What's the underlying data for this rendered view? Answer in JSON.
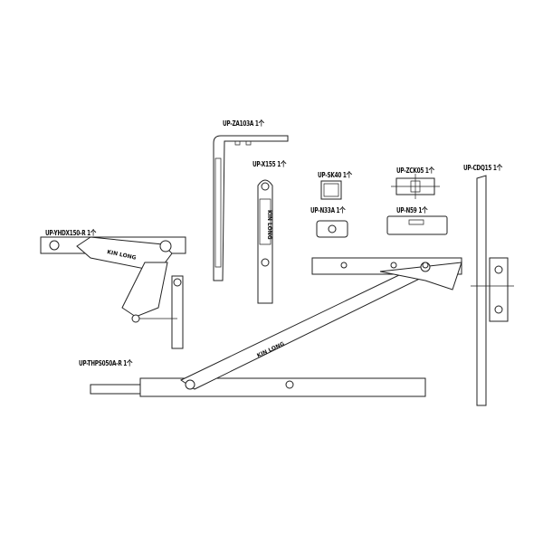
{
  "parts": [
    {
      "id": "za103a",
      "label": "UP-ZA103A 1个"
    },
    {
      "id": "x155",
      "label": "UP-X155 1个"
    },
    {
      "id": "sk40",
      "label": "UP-SK40 1个"
    },
    {
      "id": "zck05",
      "label": "UP-ZCK05 1个"
    },
    {
      "id": "cdq15",
      "label": "UP-CDQ15 1个"
    },
    {
      "id": "n33a",
      "label": "UP-N33A 1个"
    },
    {
      "id": "n59",
      "label": "UP-N59 1个"
    },
    {
      "id": "yhdx150r",
      "label": "UP-YHDX150-R 1个"
    },
    {
      "id": "thps050ar",
      "label": "UP-THPS050A-R 1个"
    }
  ],
  "brand_text": "KIN LONG"
}
